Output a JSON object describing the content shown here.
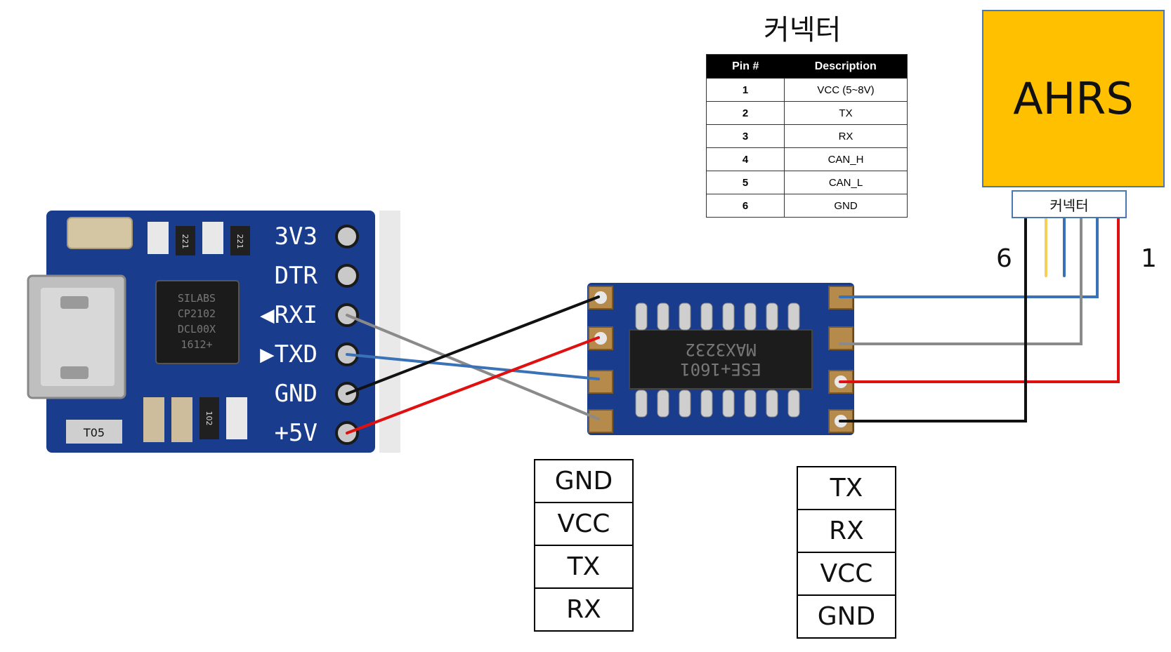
{
  "connector_title": "커넥터",
  "pin_table": {
    "headers": [
      "Pin #",
      "Description"
    ],
    "rows": [
      {
        "pin": "1",
        "desc": "VCC (5~8V)"
      },
      {
        "pin": "2",
        "desc": "TX"
      },
      {
        "pin": "3",
        "desc": "RX"
      },
      {
        "pin": "4",
        "desc": "CAN_H"
      },
      {
        "pin": "5",
        "desc": "CAN_L"
      },
      {
        "pin": "6",
        "desc": "GND"
      }
    ]
  },
  "ahrs": {
    "label": "AHRS",
    "connector_label": "커넥터",
    "pin_left": "6",
    "pin_right": "1"
  },
  "usb_board": {
    "pins": [
      "3V3",
      "DTR",
      "◀RXI",
      "▶TXD",
      "GND",
      "+5V"
    ],
    "chip_text": [
      "SILABS",
      "CP2102",
      "DCL00X",
      "1612+"
    ],
    "resistor_labels": [
      "221",
      "221",
      "102"
    ],
    "regulator_label": "T05"
  },
  "max_board": {
    "chip_text": [
      "MAX3232",
      "ESE+1601"
    ]
  },
  "left_labels": [
    "GND",
    "VCC",
    "TX",
    "RX"
  ],
  "right_labels": [
    "TX",
    "RX",
    "VCC",
    "GND"
  ],
  "colors": {
    "board_blue": "#1a3c8c",
    "wire_black": "#111111",
    "wire_red": "#e01010",
    "wire_blue": "#3a72b8",
    "wire_gray": "#8a8a8a",
    "wire_yellow": "#f4cf5a",
    "ahrs_fill": "#ffc000"
  }
}
